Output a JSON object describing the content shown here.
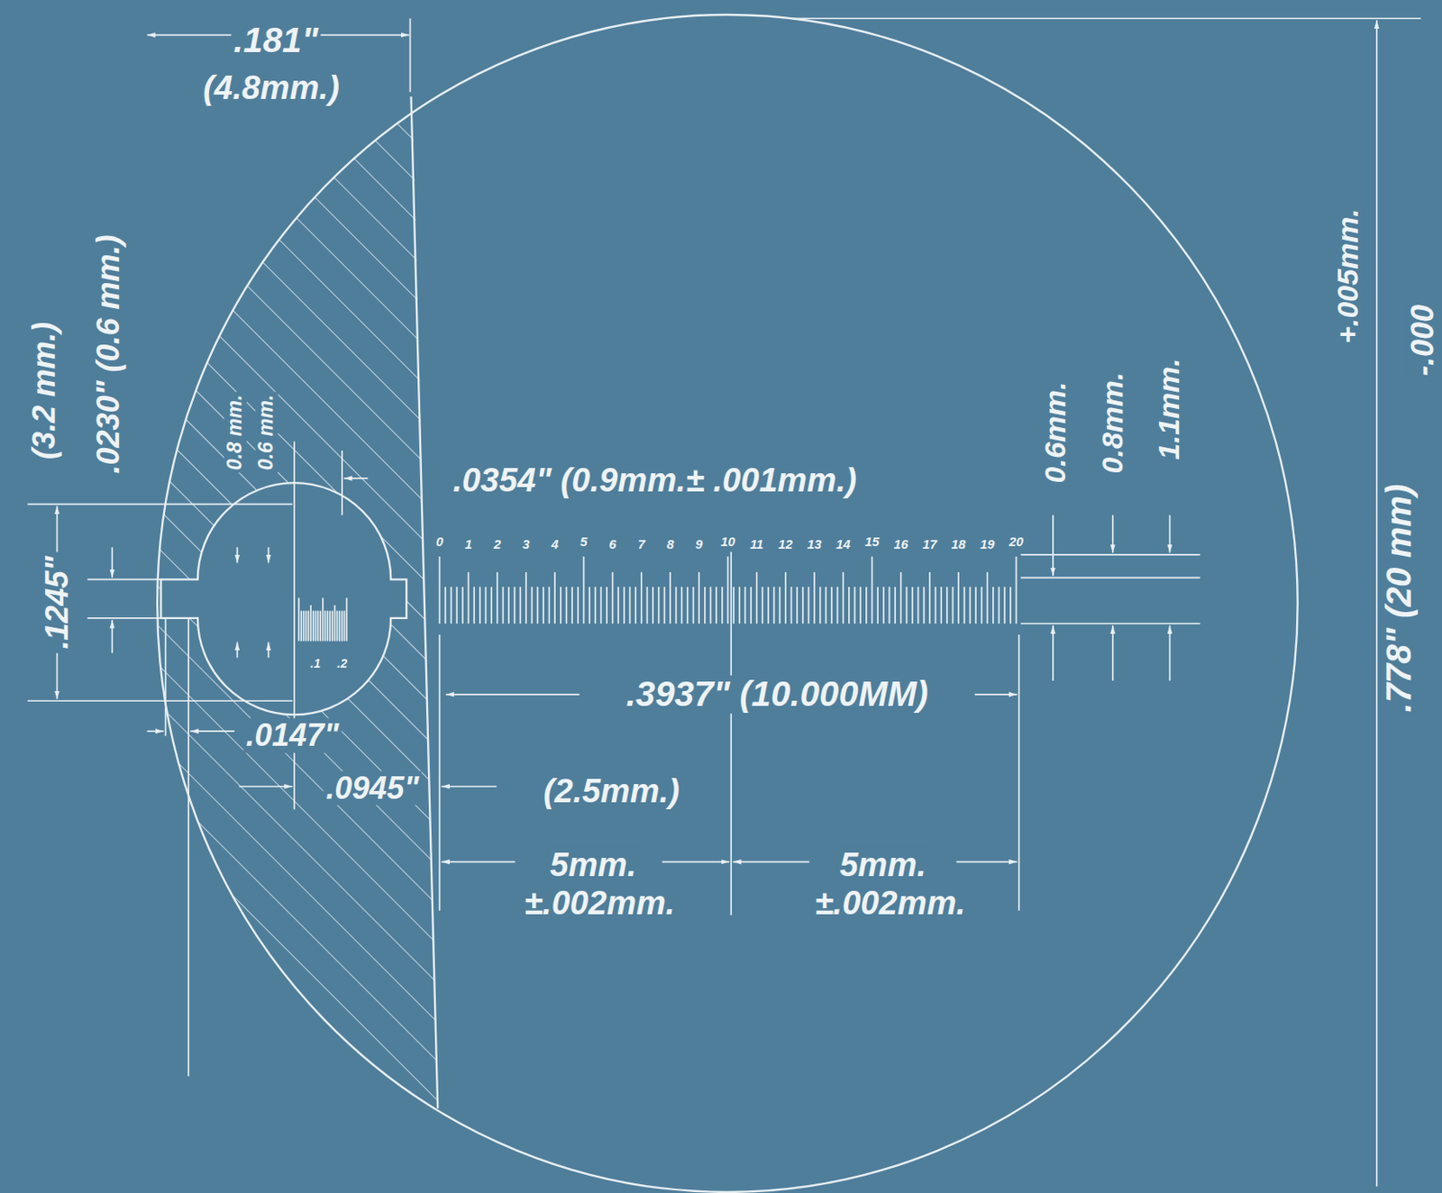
{
  "diagram": {
    "labels": [
      ".181\"",
      "(4.8mm.)",
      "(3.2 mm.)",
      ".0230\" (0.6 mm.)",
      ".1245\"",
      "0.8 mm.",
      "0.6 mm.",
      ".0354\" (0.9mm.± .001mm.)",
      "0",
      "1",
      "2",
      "3",
      "4",
      "5",
      "6",
      "7",
      "8",
      "9",
      "10",
      "11",
      "12",
      "13",
      "14",
      "15",
      "16",
      "17",
      "18",
      "19",
      "20",
      ".1",
      ".2",
      "0.6mm.",
      "0.8mm.",
      "1.1mm.",
      "+.005mm.",
      "-.000",
      ".778\" (20 mm)",
      ".3937\" (10.000MM)",
      ".0147\"",
      ".0945\"",
      "(2.5mm.)",
      "5mm.",
      "±.002mm.",
      "5mm.",
      "±.002mm."
    ]
  }
}
